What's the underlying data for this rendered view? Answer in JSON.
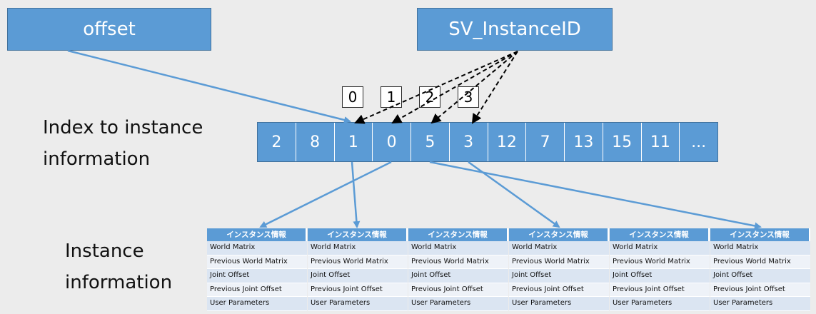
{
  "offset_label": "offset",
  "sv_label": "SV_InstanceID",
  "index_label_line1": "Index to instance",
  "index_label_line2": "information",
  "instance_label_line1": "Instance",
  "instance_label_line2": "information",
  "index_boxes": [
    "0",
    "1",
    "2",
    "3"
  ],
  "index_array": [
    "2",
    "8",
    "1",
    "0",
    "5",
    "3",
    "12",
    "7",
    "13",
    "15",
    "11",
    "..."
  ],
  "table_header": "インスタンス情報",
  "table_rows": [
    "World Matrix",
    "Previous World Matrix",
    "Joint Offset",
    "Previous Joint Offset",
    "User Parameters"
  ],
  "table_count": 6,
  "colors": {
    "box_fill": "#5b9bd5",
    "box_border": "#41719c",
    "arrow": "#5b9bd5",
    "dashed_arrow": "#000000"
  }
}
